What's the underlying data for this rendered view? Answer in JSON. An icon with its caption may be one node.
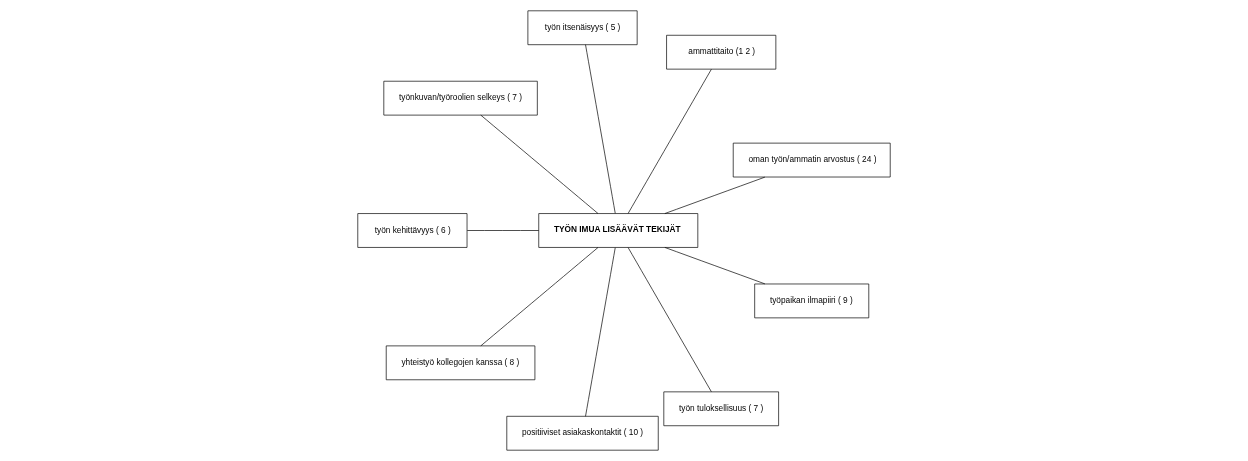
{
  "diagram": {
    "nodes": [
      {
        "text": [
          "TYÖN IMUA LISÄÄVÄT TEKIJÄT"
        ]
      },
      {
        "text": [
          "oman työn/ammatin arvostus ( 24 )"
        ]
      },
      {
        "text": [
          "ammattitaito (1 2 )"
        ]
      },
      {
        "text": [
          "työn itsenäisyys ( 5 )"
        ]
      },
      {
        "text": [
          "työnkuvan/työroolien selkeys ( 7 )"
        ]
      },
      {
        "text": [
          "työn kehittävyys ( 6 )"
        ]
      },
      {
        "text": [
          "yhteistyö kollegojen kanssa ( 8 )"
        ]
      },
      {
        "text": [
          "positiiviset asiakaskontaktit ( 10 )"
        ]
      },
      {
        "text": [
          "työn tuloksellisuus ( 7 )"
        ]
      },
      {
        "text": [
          "työpaikan ilmapiiri ( 9 )"
        ]
      }
    ],
    "edges": [
      {
        "from": 0,
        "to": 1,
        "arrow": "none"
      },
      {
        "from": 0,
        "to": 2,
        "arrow": "none"
      },
      {
        "from": 0,
        "to": 3,
        "arrow": "none"
      },
      {
        "from": 0,
        "to": 4,
        "arrow": "none"
      },
      {
        "from": 0,
        "to": 5,
        "arrow": "none"
      },
      {
        "from": 0,
        "to": 6,
        "arrow": "none"
      },
      {
        "from": 0,
        "to": 7,
        "arrow": "none"
      },
      {
        "from": 0,
        "to": 8,
        "arrow": "none"
      },
      {
        "from": 0,
        "to": 9,
        "arrow": "none"
      }
    ]
  }
}
